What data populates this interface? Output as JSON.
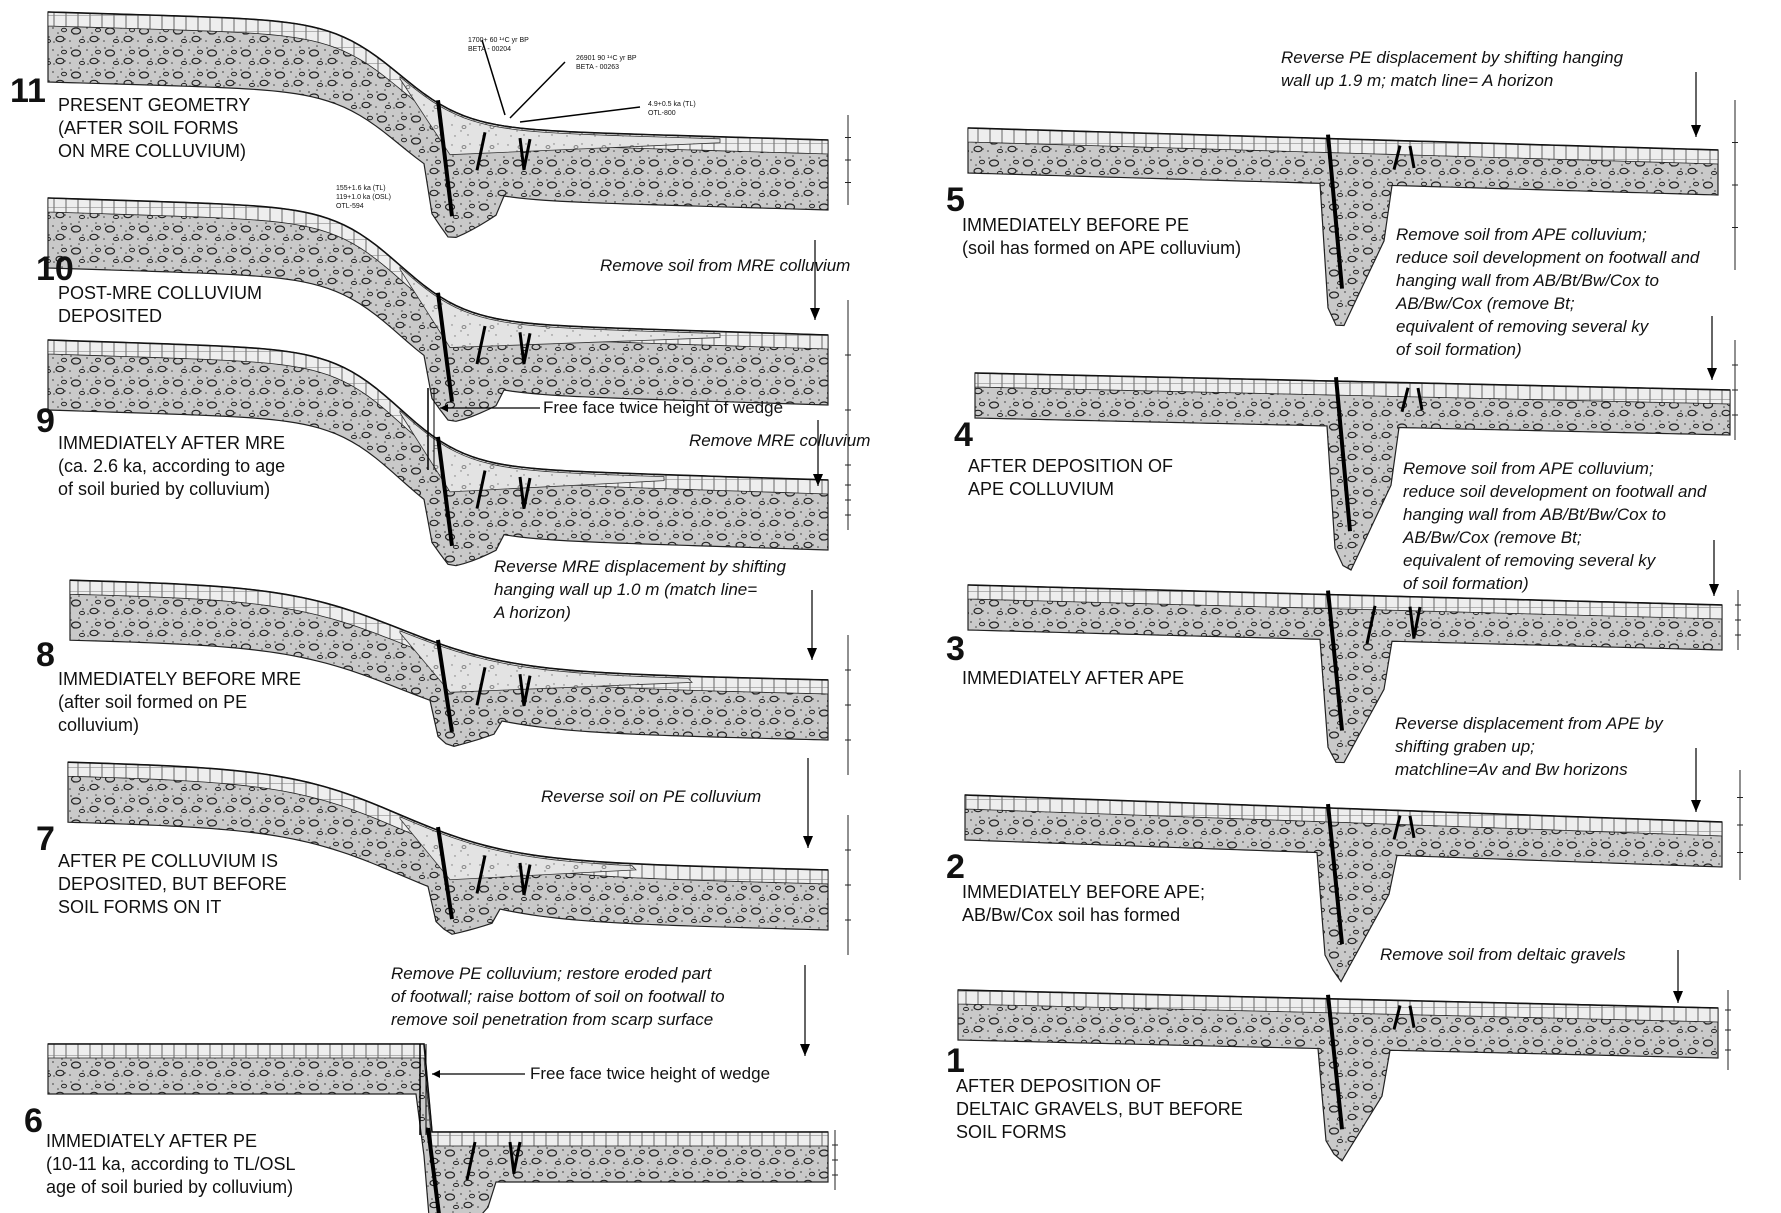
{
  "panels": [
    {
      "id": "11",
      "title": [
        "PRESENT GEOMETRY",
        "(AFTER SOIL FORMS",
        "ON MRE COLLUVIUM)"
      ]
    },
    {
      "id": "10",
      "title": [
        "POST-MRE COLLUVIUM",
        "DEPOSITED"
      ]
    },
    {
      "id": "9",
      "title": [
        "IMMEDIATELY AFTER MRE",
        "(ca. 2.6 ka, according to age",
        "of soil buried by colluvium)"
      ]
    },
    {
      "id": "8",
      "title": [
        "IMMEDIATELY BEFORE MRE",
        "(after soil formed on PE",
        "colluvium)"
      ]
    },
    {
      "id": "7",
      "title": [
        "AFTER PE COLLUVIUM IS",
        "DEPOSITED, BUT BEFORE",
        "SOIL FORMS ON IT"
      ]
    },
    {
      "id": "6",
      "title": [
        "IMMEDIATELY AFTER PE",
        "(10-11 ka, according to TL/OSL",
        "age of soil buried by colluvium)"
      ]
    },
    {
      "id": "5",
      "title": [
        "IMMEDIATELY BEFORE PE",
        "(soil has formed on APE colluvium)"
      ]
    },
    {
      "id": "4",
      "title": [
        "AFTER DEPOSITION OF",
        "APE COLLUVIUM"
      ]
    },
    {
      "id": "3",
      "title": [
        "IMMEDIATELY AFTER APE"
      ]
    },
    {
      "id": "2",
      "title": [
        "IMMEDIATELY BEFORE APE;",
        "AB/Bw/Cox soil has formed"
      ]
    },
    {
      "id": "1",
      "title": [
        "AFTER DEPOSITION OF",
        "DELTAIC GRAVELS, BUT BEFORE",
        "SOIL FORMS"
      ]
    }
  ],
  "steps": [
    {
      "id": "s10",
      "text": [
        "Remove soil from MRE colluvium"
      ]
    },
    {
      "id": "s9",
      "text": [
        "Remove MRE colluvium"
      ]
    },
    {
      "id": "s8",
      "text": [
        "Reverse MRE displacement by shifting",
        "hanging wall up 1.0 m (match line=",
        "A horizon)"
      ]
    },
    {
      "id": "s7",
      "text": [
        "Reverse soil on PE colluvium"
      ]
    },
    {
      "id": "s6",
      "text": [
        "Remove PE colluvium; restore eroded part",
        "of footwall; raise bottom of soil on footwall to",
        "remove soil penetration from scarp surface"
      ]
    },
    {
      "id": "s5",
      "text": [
        "Reverse PE displacement by shifting hanging",
        "wall up 1.9 m; match line= A horizon"
      ]
    },
    {
      "id": "s4",
      "text": [
        "Remove soil from APE colluvium;",
        "reduce soil development on footwall and",
        "hanging wall from AB/Bt/Bw/Cox to",
        "AB/Bw/Cox (remove Bt;",
        "equivalent of removing several ky",
        "of soil formation)"
      ]
    },
    {
      "id": "s3",
      "text": [
        "Remove soil from APE colluvium;",
        "reduce soil development on footwall and",
        "hanging wall from AB/Bt/Bw/Cox to",
        "AB/Bw/Cox (remove Bt;",
        "equivalent of removing several ky",
        "of soil formation)"
      ]
    },
    {
      "id": "s2",
      "text": [
        "Reverse displacement from APE by",
        "shifting graben up;",
        "matchline=Av and Bw horizons"
      ]
    },
    {
      "id": "s1",
      "text": [
        "Remove soil from deltaic gravels"
      ]
    }
  ],
  "free_face_labels": [
    "Free face twice height of wedge",
    "Free face twice height of wedge"
  ],
  "sample_labels": [
    [
      "1700+ 60 ¹⁴C yr BP",
      "BETA - 00204"
    ],
    [
      "26901 90 ¹⁴C yr BP",
      "BETA - 00263"
    ],
    [
      "4.9+0.5 ka (TL)",
      "OTL-800"
    ],
    [
      "155+1.6 ka (TL)",
      "119+1.0 ka (OSL)",
      "OTL-594"
    ]
  ]
}
